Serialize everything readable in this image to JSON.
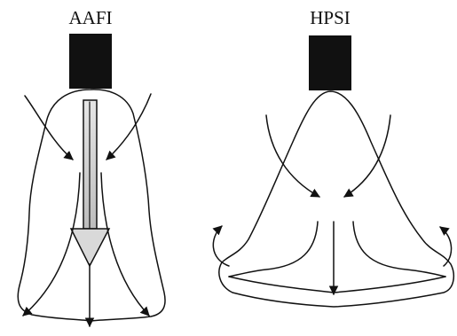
{
  "panels": [
    {
      "id": "aafi",
      "label": "AAFI"
    },
    {
      "id": "hpsi",
      "label": "HPSI"
    }
  ],
  "colors": {
    "ink": "#111111",
    "background": "#ffffff",
    "arrow_fill": "#d9d9d9"
  }
}
